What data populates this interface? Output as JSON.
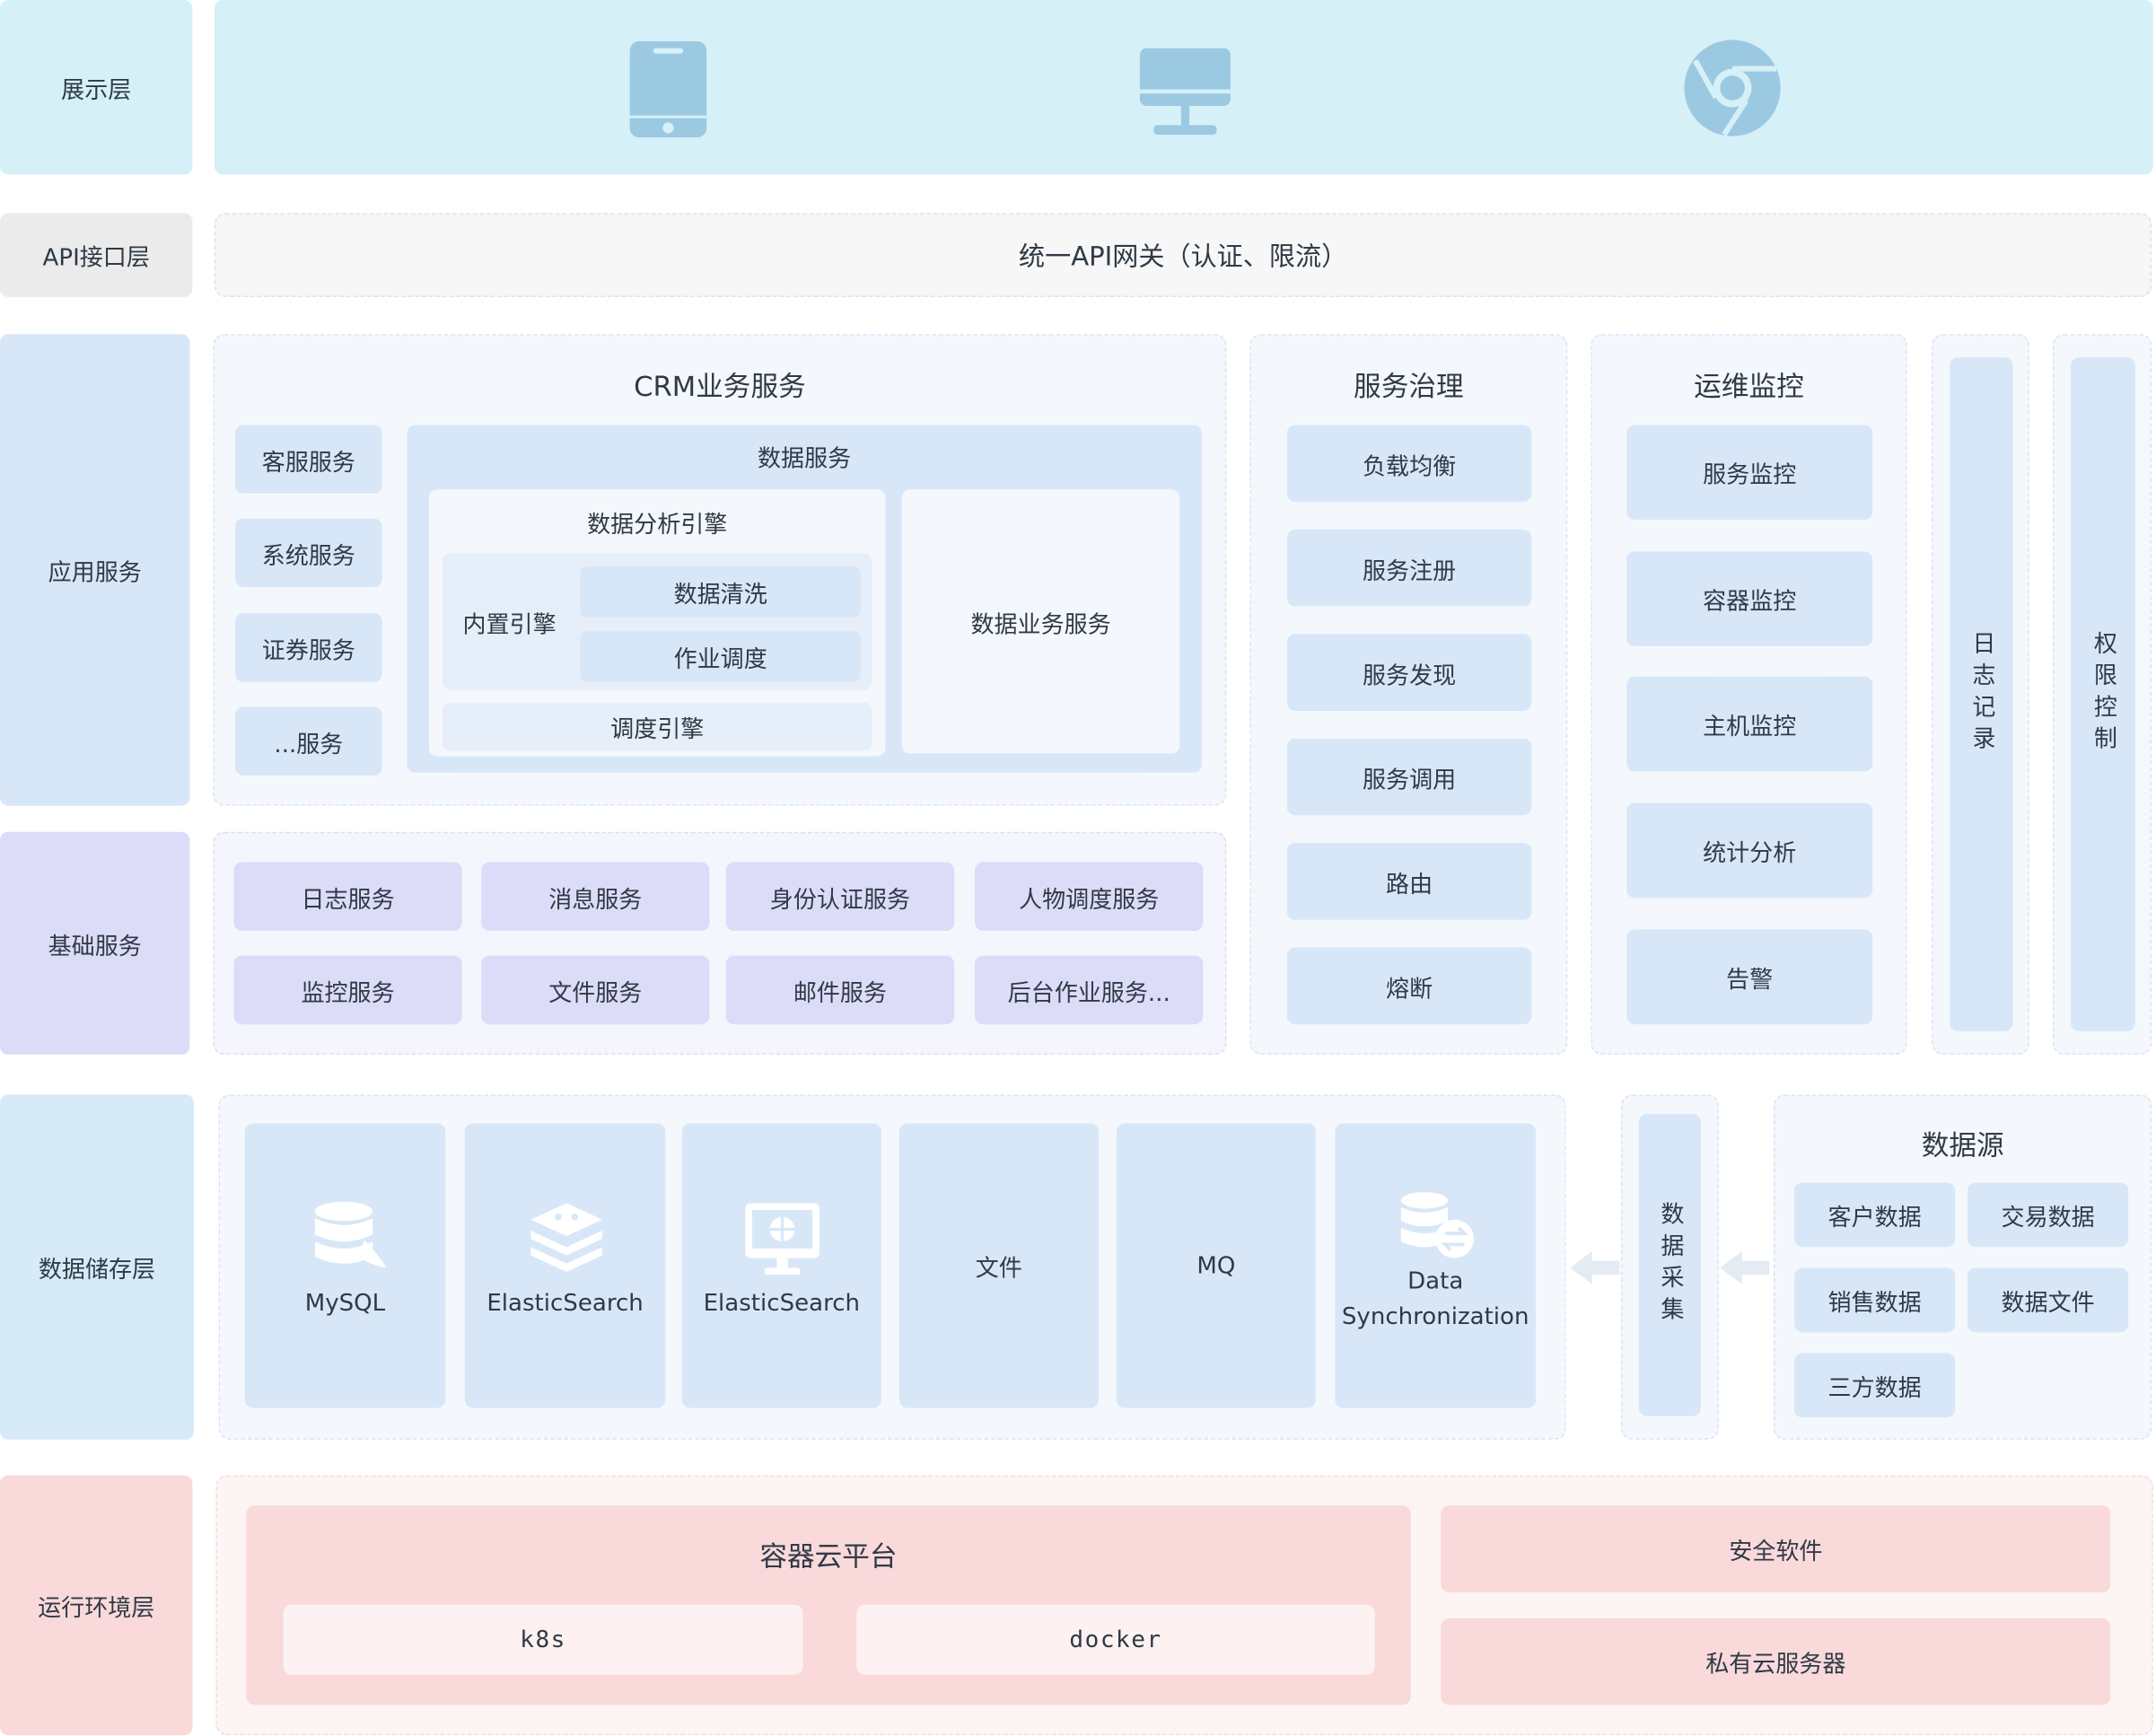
{
  "layers": {
    "presentation": "展示层",
    "api": "API接口层",
    "application": "应用服务",
    "foundation": "基础服务",
    "storage": "数据储存层",
    "runtime": "运行环境层"
  },
  "presentation_icons": [
    "mobile-icon",
    "desktop-icon",
    "browser-icon"
  ],
  "api_gateway": "统一API网关（认证、限流）",
  "crm": {
    "title": "CRM业务服务",
    "side_services": [
      "客服服务",
      "系统服务",
      "证券服务",
      "...服务"
    ],
    "data_service": {
      "title": "数据服务",
      "engine": {
        "title": "数据分析引擎",
        "builtin": "内置引擎",
        "tasks": [
          "数据清洗",
          "作业调度"
        ],
        "scheduler": "调度引擎"
      },
      "business": "数据业务服务"
    }
  },
  "governance": {
    "title": "服务治理",
    "items": [
      "负载均衡",
      "服务注册",
      "服务发现",
      "服务调用",
      "路由",
      "熔断"
    ]
  },
  "ops": {
    "title": "运维监控",
    "items": [
      "服务监控",
      "容器监控",
      "主机监控",
      "统计分析",
      "告警"
    ]
  },
  "logging": "日志记录",
  "permission": "权限控制",
  "foundation_services": [
    "日志服务",
    "消息服务",
    "身份认证服务",
    "人物调度服务",
    "监控服务",
    "文件服务",
    "邮件服务",
    "后台作业服务..."
  ],
  "storage_items": [
    {
      "label": "MySQL",
      "icon": "database-icon"
    },
    {
      "label": "ElasticSearch",
      "icon": "stack-icon"
    },
    {
      "label": "ElasticSearch",
      "icon": "monitor-icon"
    },
    {
      "label": "文件",
      "icon": ""
    },
    {
      "label": "MQ",
      "icon": ""
    },
    {
      "label": "Data Synchronization",
      "icon": "database-sync-icon"
    }
  ],
  "collection": "数据采集",
  "datasource": {
    "title": "数据源",
    "items": [
      "客户数据",
      "交易数据",
      "销售数据",
      "数据文件",
      "三方数据"
    ]
  },
  "runtime": {
    "container": {
      "title": "容器云平台",
      "items": [
        "k8s",
        "docker"
      ]
    },
    "security": "安全软件",
    "private_cloud": "私有云服务器"
  },
  "colors": {
    "presentation_bg": "#d6f0f8",
    "api_bg": "#ebebeb",
    "app_bg": "#d8e7f8",
    "foundation_bg": "#dcdcf9",
    "storage_bg": "#d6eaf8",
    "runtime_bg": "#f9d9da",
    "icon": "#9cc9e2"
  }
}
